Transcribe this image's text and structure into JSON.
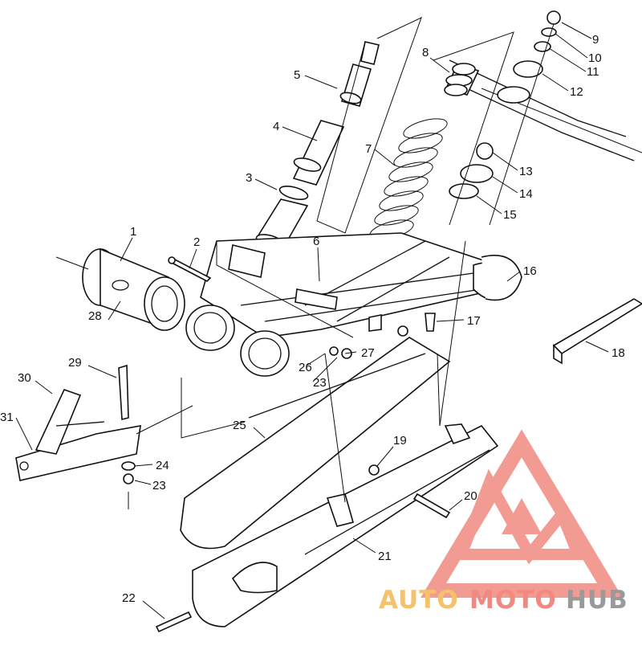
{
  "diagram": {
    "callouts": [
      "1",
      "2",
      "3",
      "4",
      "5",
      "6",
      "7",
      "8",
      "9",
      "10",
      "11",
      "12",
      "13",
      "14",
      "15",
      "16",
      "17",
      "18",
      "19",
      "20",
      "21",
      "22",
      "23",
      "24",
      "25",
      "26",
      "27",
      "28",
      "29",
      "30",
      "31",
      "23"
    ]
  },
  "watermark": {
    "brand_part1": "AUTO",
    "brand_part2": "MOTO",
    "brand_part3": "HUB",
    "color_primary": "#f08a80",
    "color_secondary": "#f5c26b",
    "color_tertiary": "#9a9a9a"
  }
}
